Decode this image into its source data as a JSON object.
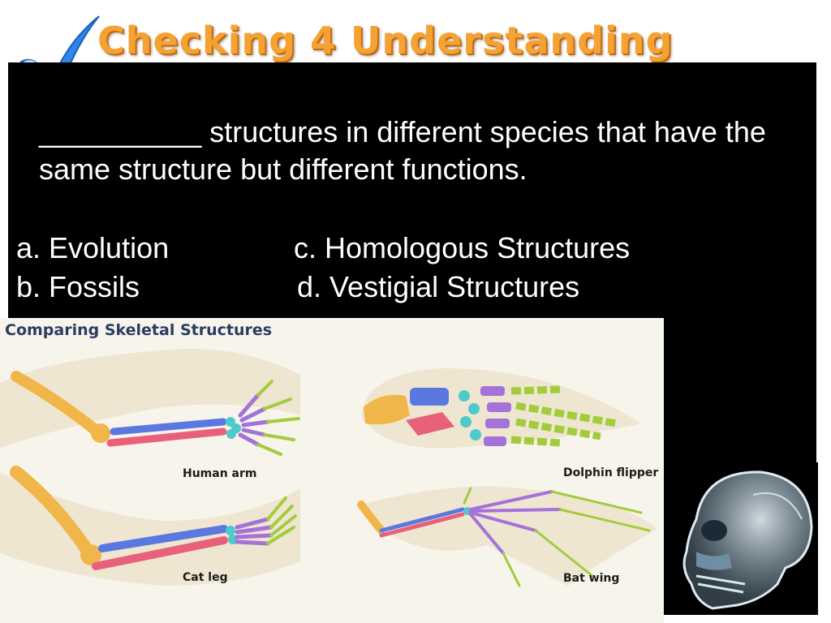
{
  "slide": {
    "title": "Checking 4 Understanding",
    "question": "__________ structures in different species that have the same structure but different functions.",
    "answers": [
      {
        "label": "a. Evolution"
      },
      {
        "label": "b. Fossils"
      },
      {
        "label": "c. Homologous Structures"
      },
      {
        "label": "d. Vestigial Structures"
      }
    ]
  },
  "figure": {
    "title": "Comparing Skeletal Structures",
    "labels": {
      "human": "Human arm",
      "cat": "Cat leg",
      "dolphin": "Dolphin flipper",
      "bat": "Bat wing"
    }
  },
  "colors": {
    "title_orange": "#f4a233",
    "panel": "#000000",
    "text": "#ffffff",
    "humerus": "#f1b64a",
    "radius": "#e8607a",
    "ulna": "#5a78e0",
    "carpals": "#4fc9c9",
    "metacarpals": "#a472d8",
    "phalanges": "#a3cc3c"
  }
}
